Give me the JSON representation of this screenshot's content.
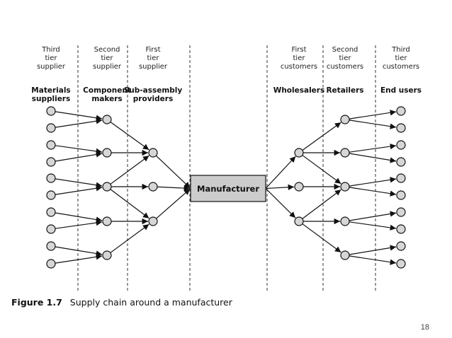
{
  "columns": [
    {
      "tier": [
        "Third",
        "tier",
        "supplier"
      ],
      "role": [
        "Materials",
        "suppliers"
      ]
    },
    {
      "tier": [
        "Second",
        "tier",
        "supplier"
      ],
      "role": [
        "Component",
        "makers"
      ]
    },
    {
      "tier": [
        "First",
        "tier",
        "supplier"
      ],
      "role": [
        "Sub-assembly",
        "providers"
      ]
    },
    {
      "tier": [],
      "role": []
    },
    {
      "tier": [
        "First",
        "tier",
        "customers"
      ],
      "role": [
        "Wholesalers"
      ]
    },
    {
      "tier": [
        "Second",
        "tier",
        "customers"
      ],
      "role": [
        "Retailers"
      ]
    },
    {
      "tier": [
        "Third",
        "tier",
        "customers"
      ],
      "role": [
        "End users"
      ]
    }
  ],
  "center": {
    "label": "Manufacturer"
  },
  "caption": {
    "label": "Figure 1.7",
    "text": "Supply chain around a manufacturer"
  },
  "page_number": "18",
  "colors": {
    "box_fill": "#cccccc",
    "node_fill": "#d6d6d6",
    "line": "#111111"
  }
}
